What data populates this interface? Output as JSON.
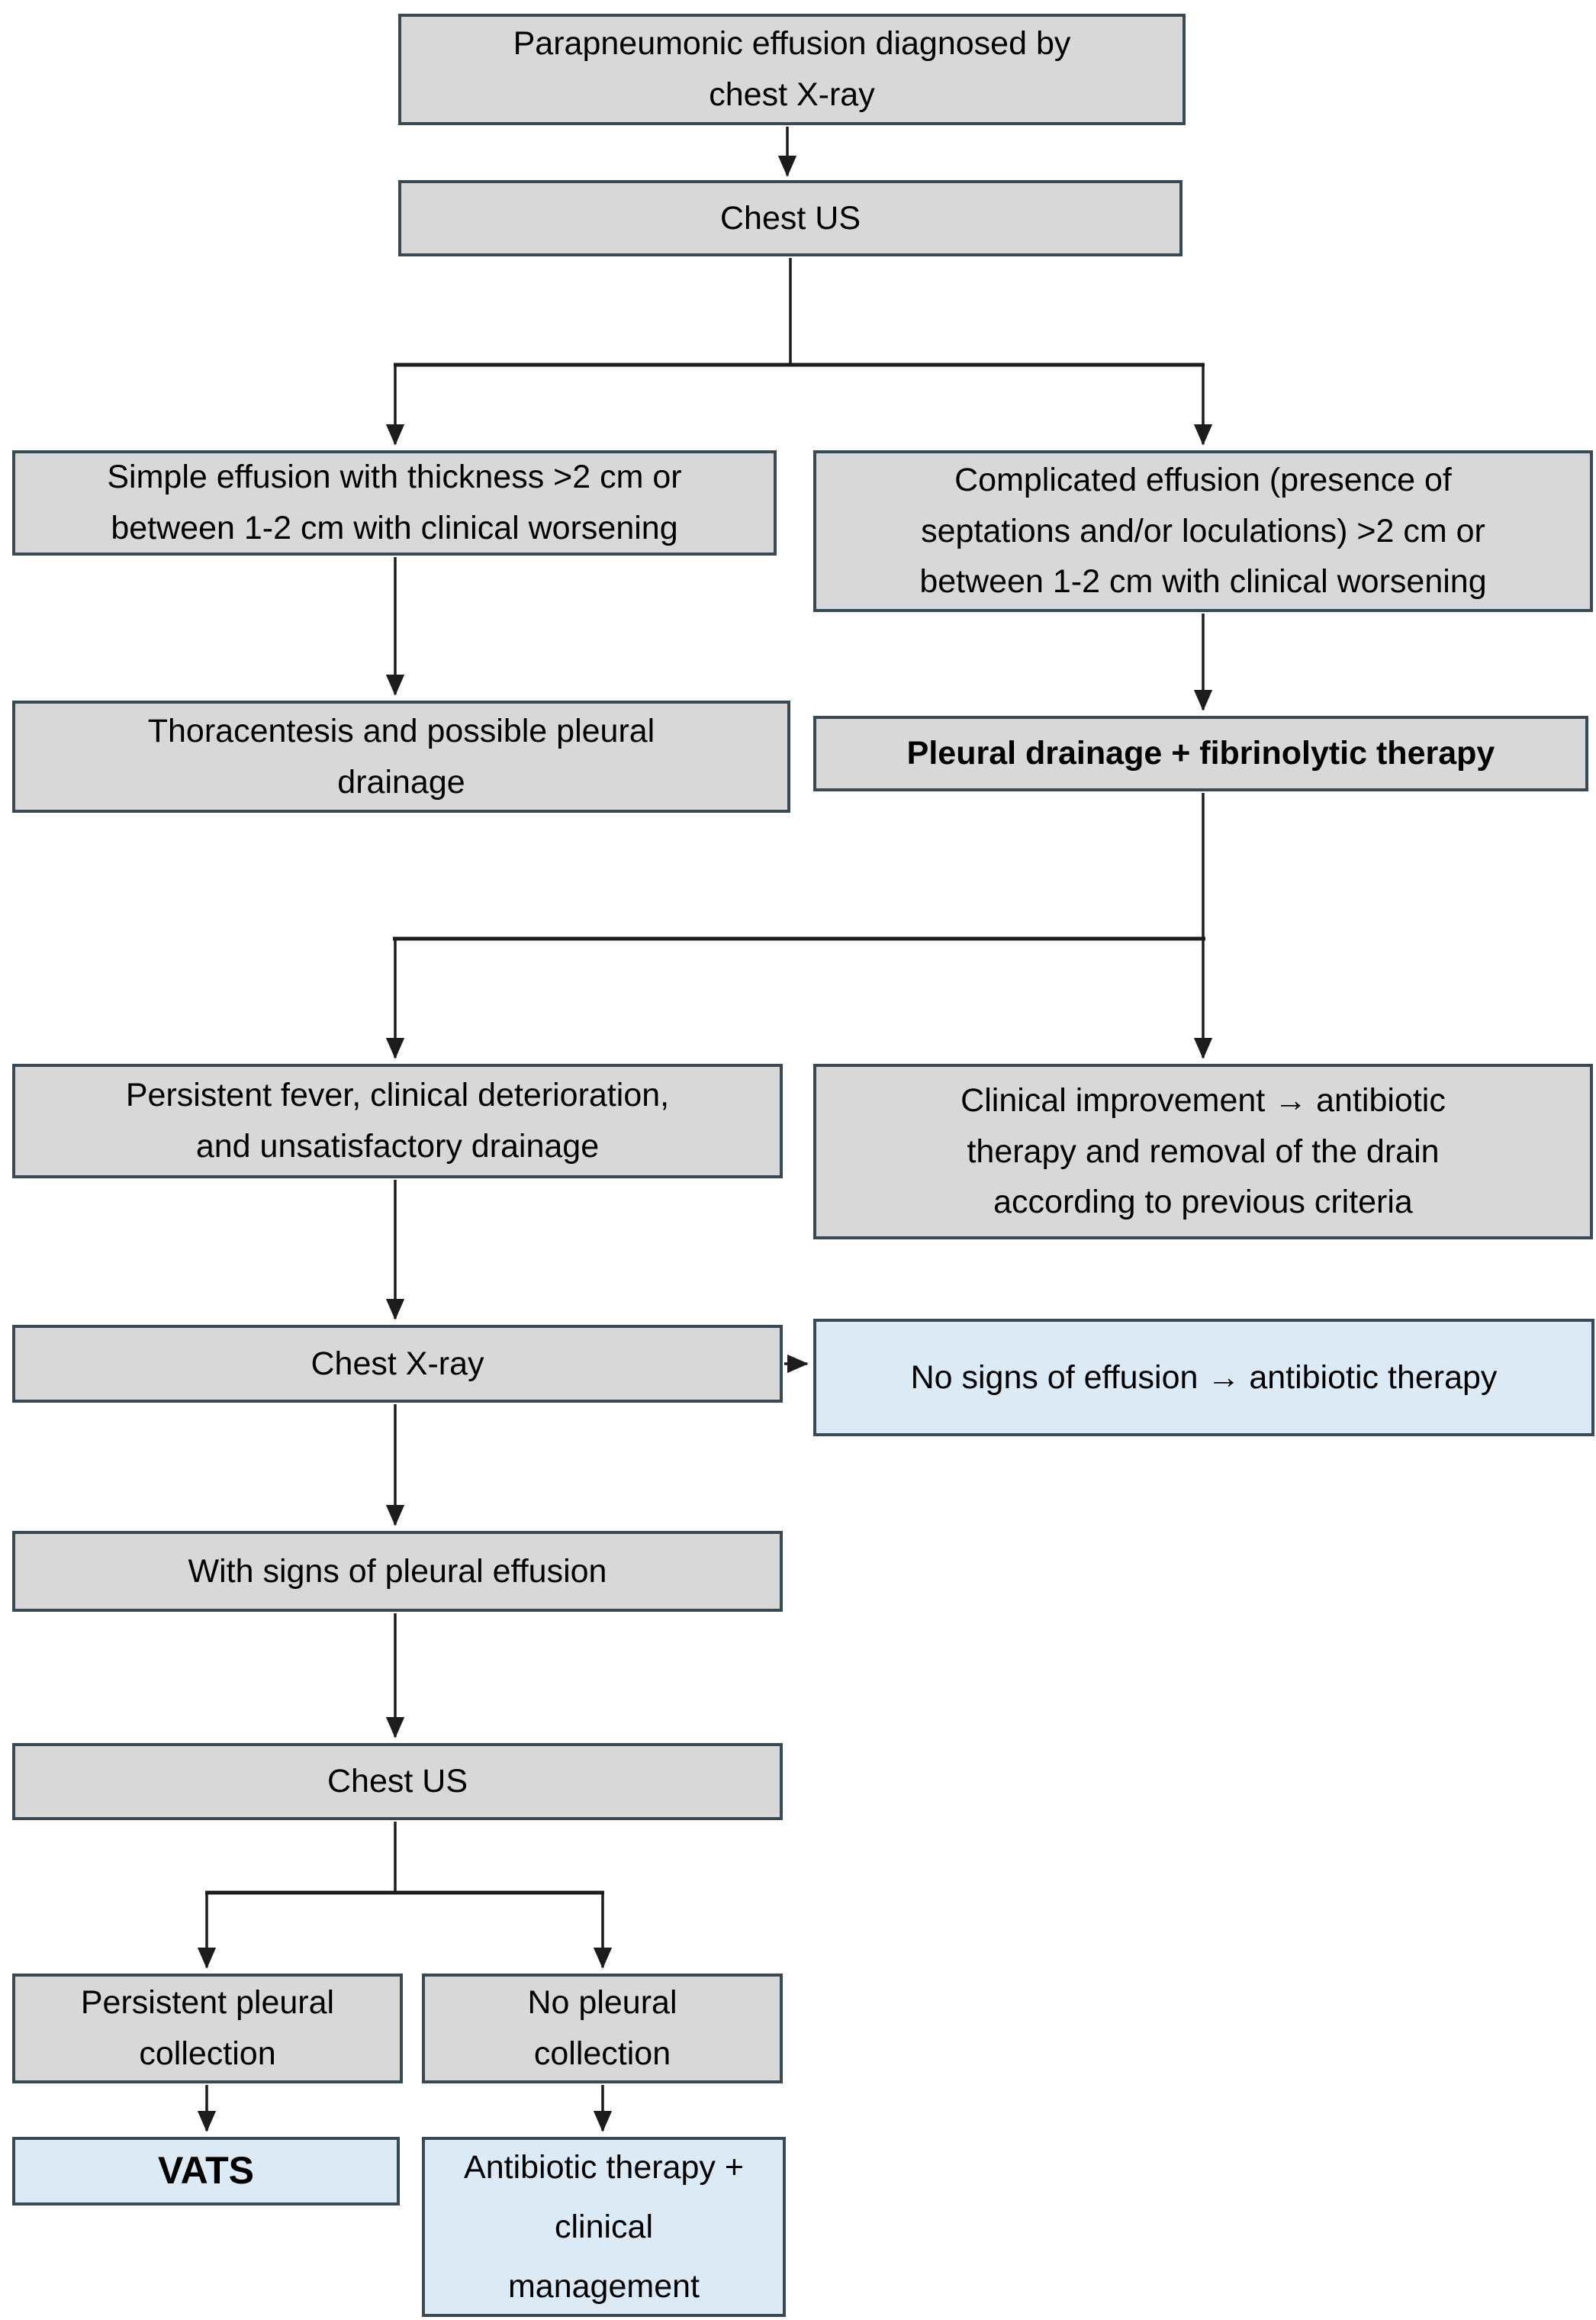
{
  "colors": {
    "box_fill": "#d8d8d8",
    "box_border": "#3a4a55",
    "highlight_fill": "#dceaf6",
    "highlight_border": "#3a4a55",
    "arrow": "#1c1c1c",
    "text": "#000000",
    "background": "#ffffff"
  },
  "diagram": {
    "type": "flowchart",
    "nodes": {
      "start": {
        "label": "Parapneumonic effusion diagnosed by\nchest X-ray",
        "style": "gray"
      },
      "chest_us_1": {
        "label": "Chest US",
        "style": "gray"
      },
      "simple_effusion": {
        "label": "Simple effusion with thickness >2 cm or\nbetween 1-2 cm with clinical worsening",
        "style": "gray"
      },
      "complicated_effusion": {
        "label": "Complicated effusion (presence of\nseptations and/or loculations) >2 cm or\nbetween 1-2 cm with clinical worsening",
        "style": "gray"
      },
      "thoracentesis": {
        "label": "Thoracentesis and possible pleural\ndrainage",
        "style": "gray"
      },
      "pleural_drainage": {
        "label": "Pleural drainage + fibrinolytic therapy",
        "style": "gray-bold"
      },
      "persistent_fever": {
        "label": "Persistent fever, clinical deterioration,\nand unsatisfactory drainage",
        "style": "gray"
      },
      "clinical_improvement": {
        "label": "Clinical improvement → antibiotic\ntherapy and removal of the drain\naccording to previous criteria",
        "style": "gray"
      },
      "chest_xray": {
        "label": "Chest X-ray",
        "style": "gray"
      },
      "no_signs_of_effusion": {
        "label": "No signs of effusion → antibiotic therapy",
        "style": "blue"
      },
      "with_signs": {
        "label": "With signs of pleural effusion",
        "style": "gray"
      },
      "chest_us_2": {
        "label": "Chest US",
        "style": "gray"
      },
      "persistent_collection": {
        "label": "Persistent pleural\ncollection",
        "style": "gray"
      },
      "no_collection": {
        "label": "No pleural\ncollection",
        "style": "gray"
      },
      "vats": {
        "label": "VATS",
        "style": "blue-bold"
      },
      "antibiotic_management": {
        "label": "Antibiotic therapy +\nclinical\nmanagement",
        "style": "blue"
      }
    },
    "edges": [
      {
        "from": "start",
        "to": "chest_us_1"
      },
      {
        "from": "chest_us_1",
        "to": "simple_effusion"
      },
      {
        "from": "chest_us_1",
        "to": "complicated_effusion"
      },
      {
        "from": "simple_effusion",
        "to": "thoracentesis"
      },
      {
        "from": "complicated_effusion",
        "to": "pleural_drainage"
      },
      {
        "from": "pleural_drainage",
        "to": "persistent_fever"
      },
      {
        "from": "pleural_drainage",
        "to": "clinical_improvement"
      },
      {
        "from": "persistent_fever",
        "to": "chest_xray"
      },
      {
        "from": "chest_xray",
        "to": "no_signs_of_effusion"
      },
      {
        "from": "chest_xray",
        "to": "with_signs"
      },
      {
        "from": "with_signs",
        "to": "chest_us_2"
      },
      {
        "from": "chest_us_2",
        "to": "persistent_collection"
      },
      {
        "from": "chest_us_2",
        "to": "no_collection"
      },
      {
        "from": "persistent_collection",
        "to": "vats"
      },
      {
        "from": "no_collection",
        "to": "antibiotic_management"
      }
    ]
  }
}
